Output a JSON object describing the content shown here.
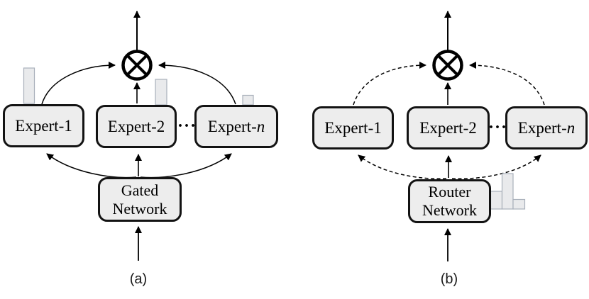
{
  "panels": [
    {
      "caption": "(a)",
      "experts": [
        {
          "label": "Expert-1"
        },
        {
          "label": "Expert-2"
        },
        {
          "label_prefix": "Expert-",
          "label_suffix": "n"
        }
      ],
      "ellipsis": "···",
      "network": {
        "line1": "Gated",
        "line2": "Network"
      },
      "combiner": {
        "icon": "circle-times-icon",
        "symbol": "⊗"
      },
      "edge_style": "solid",
      "weight_bars": {
        "position": "above-experts",
        "relative_heights": [
          50,
          36,
          13
        ]
      }
    },
    {
      "caption": "(b)",
      "experts": [
        {
          "label": "Expert-1"
        },
        {
          "label": "Expert-2"
        },
        {
          "label_prefix": "Expert-",
          "label_suffix": "n"
        }
      ],
      "ellipsis": "···",
      "network": {
        "line1": "Router",
        "line2": "Network"
      },
      "combiner": {
        "icon": "circle-times-icon",
        "symbol": "⊗"
      },
      "edge_style": "dashed",
      "weight_bars": {
        "position": "right-of-router",
        "relative_heights": [
          25,
          50,
          13
        ]
      }
    }
  ],
  "colors": {
    "background": "#ffffff",
    "box_fill": "#ededed",
    "box_border": "#131313",
    "bar_fill": "#e9eaec",
    "bar_border": "#a9b0bb",
    "line": "#000000"
  }
}
